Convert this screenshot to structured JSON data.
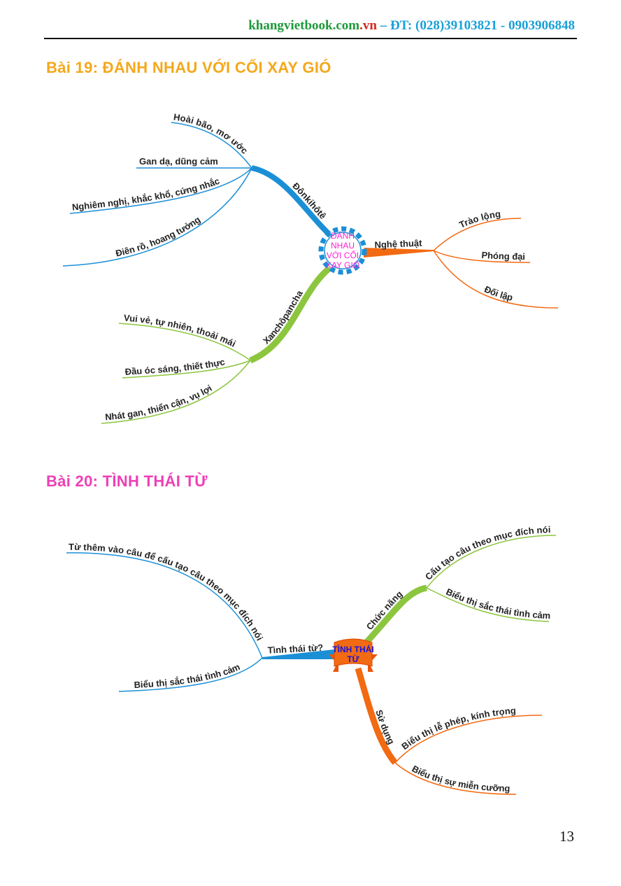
{
  "header": {
    "site": "khangvietbook.com",
    "site_suffix": ".vn",
    "contact": " – ĐT: (028)39103821 - 0903906848"
  },
  "lesson19": {
    "title": "Bài 19: ĐÁNH NHAU VỚI CỐI XAY GIÓ",
    "center": [
      "ĐÁNH",
      "NHAU",
      "VỚI CỐI",
      "XAY GIÓ"
    ],
    "branches": {
      "donkihote": {
        "label": "Đônkihôtê",
        "items": [
          "Hoài bão, mơ ước",
          "Gan dạ, dũng cảm",
          "Nghiêm nghị, khắc khổ, cứng nhắc",
          "Điên rồ, hoang tưởng"
        ]
      },
      "xanchopancha": {
        "label": "Xanchôpancha",
        "items": [
          "Vui vẻ, tự nhiên, thoải mái",
          "Đầu óc sáng, thiết thực",
          "Nhát gan, thiển cận, vụ lợi"
        ]
      },
      "nghethuat": {
        "label": "Nghệ thuật",
        "items": [
          "Trào lộng",
          "Phóng đại",
          "Đối lập"
        ]
      }
    }
  },
  "lesson20": {
    "title": "Bài 20: TÌNH THÁI TỪ",
    "center": [
      "TÌNH THÁI",
      "TỪ"
    ],
    "branches": {
      "dinhnghia": {
        "label": "Tình thái từ?",
        "items": [
          "Từ thêm vào câu để cấu tạo câu theo mục đích nói",
          "Biểu thị sắc thái tình cảm"
        ]
      },
      "chucnang": {
        "label": "Chức năng",
        "items": [
          "Cấu tạo câu theo mục đích nói",
          "Biểu thị sắc thái tình cảm"
        ]
      },
      "sudung": {
        "label": "Sử dụng",
        "items": [
          "Biểu thị lễ phép, kính trọng",
          "Biểu thị sự miễn cưỡng"
        ]
      }
    }
  },
  "page_number": "13",
  "colors": {
    "blue": "#1b8fd6",
    "green": "#8cc63f",
    "orange": "#f26a12",
    "magenta": "#ff1fd6"
  }
}
